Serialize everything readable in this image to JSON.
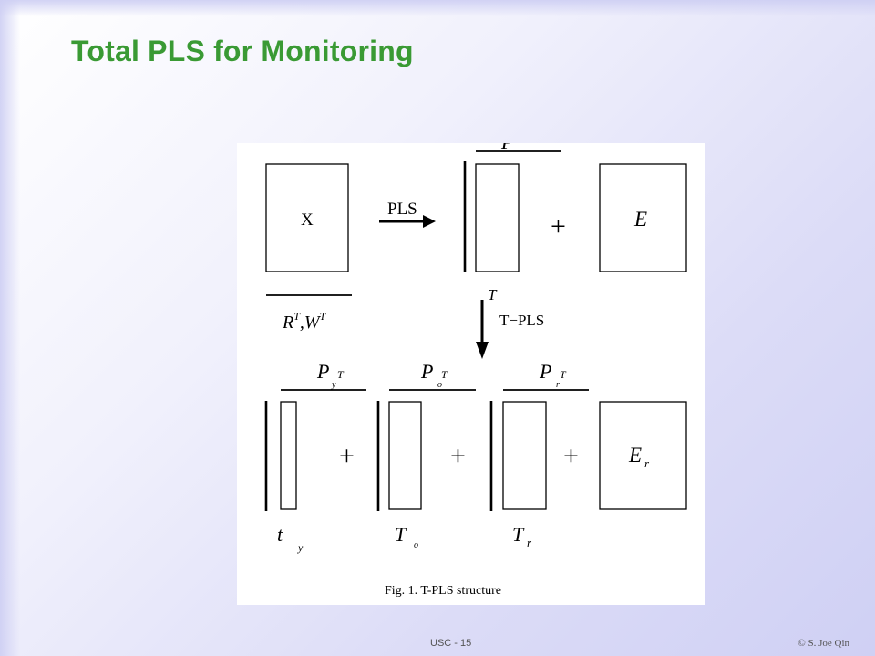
{
  "slide": {
    "title": "Total PLS for Monitoring"
  },
  "figure": {
    "x_label": "X",
    "pls_label": "PLS",
    "p_label": "P",
    "e_label": "E",
    "t_label": "T",
    "tpls_label": "T−PLS",
    "r_label": "R",
    "w_label": "W",
    "py_label": "P",
    "po_label": "P",
    "pr_label": "P",
    "er_label": "E",
    "ty_label": "t",
    "to_label": "T",
    "tr_label": "T",
    "sub_y": "y",
    "sub_o": "o",
    "sub_r": "r",
    "sup_t": "T",
    "comma": ",",
    "plus": "+",
    "caption": "Fig. 1. T-PLS structure"
  },
  "footer": {
    "center": "USC - 15",
    "right": "© S. Joe Qin"
  }
}
